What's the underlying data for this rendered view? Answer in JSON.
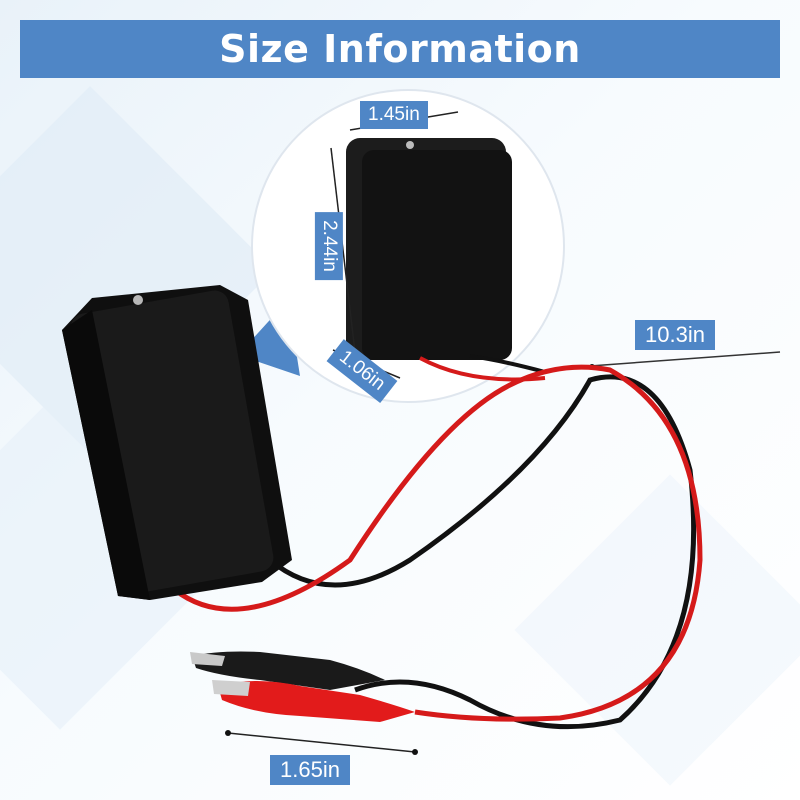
{
  "banner": {
    "title": "Size Information"
  },
  "dimensions": {
    "width": "1.45in",
    "height": "2.44in",
    "depth": "1.06in",
    "cable_length": "10.3in",
    "clip_length": "1.65in"
  },
  "colors": {
    "banner": "#4f86c6",
    "label_bg": "#4f86c6",
    "housing": "#161616",
    "wire_red": "#d51a1a",
    "wire_black": "#111111",
    "clip_red": "#e21b1b",
    "clip_black": "#1a1a1a",
    "background": "#eef5fb"
  },
  "icons": [
    "box-housing",
    "led-dot",
    "red-wire",
    "black-wire",
    "alligator-clip-black",
    "alligator-clip-red"
  ]
}
